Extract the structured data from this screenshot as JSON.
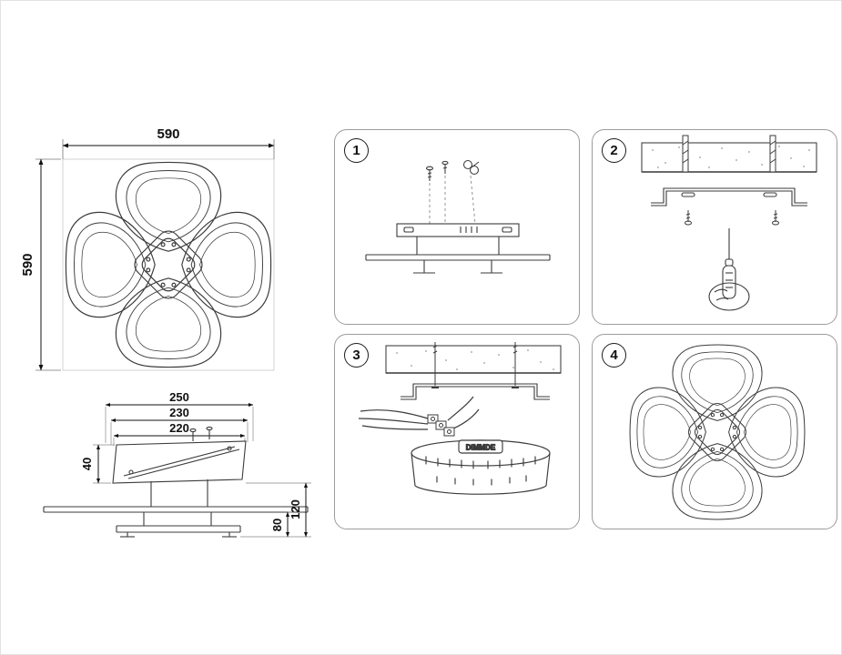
{
  "top_view": {
    "width": "590",
    "height": "590"
  },
  "side_view": {
    "dim_w1": "250",
    "dim_w2": "230",
    "dim_w3": "220",
    "dim_h": "40",
    "dim_d1": "80",
    "dim_d2": "120"
  },
  "steps": {
    "s1": "1",
    "s2": "2",
    "s3": "3",
    "s4": "4"
  },
  "device": {
    "label": "DIMMDE"
  }
}
